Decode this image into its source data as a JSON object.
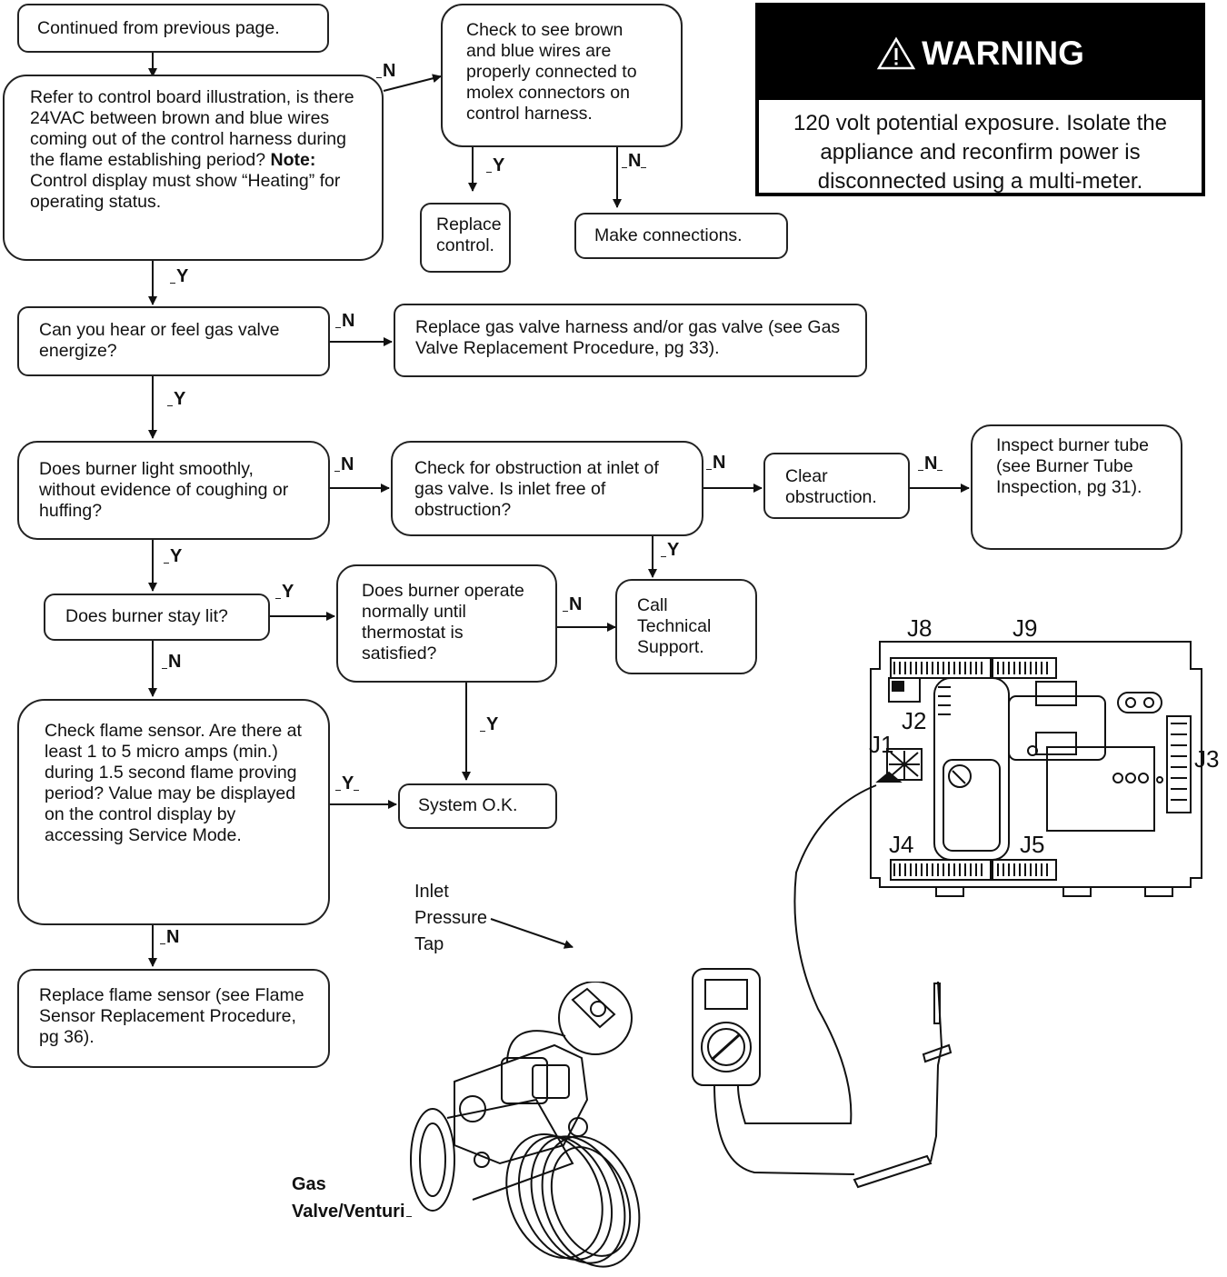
{
  "flow": {
    "continued": "Continued from previous page.",
    "q_24vac": {
      "before": "Refer to control board illustration, is there 24VAC between brown and blue wires coming out of the control harness during the flame establishing period? ",
      "note_label": "Note:",
      "after": " Control display must show “Heating” for operating status."
    },
    "check_wires": "Check to see brown and blue wires are properly connected to molex connectors on control harness.",
    "replace_control": "Replace control.",
    "make_connections": "Make connections.",
    "q_gas_valve": "Can you hear or feel gas valve energize?",
    "replace_gas_valve": "Replace gas valve harness and/or gas valve (see Gas Valve Replacement Procedure, pg 33).",
    "q_burner_light": "Does burner light smoothly, without evidence of coughing or huffing?",
    "check_obstruction": "Check for obstruction at inlet of gas valve. Is inlet free of obstruction?",
    "clear_obstruction": "Clear obstruction.",
    "inspect_burner": "Inspect burner tube (see Burner Tube Inspection, pg 31).",
    "q_stay_lit": "Does burner stay lit?",
    "q_operate_normally": "Does burner operate normally until thermostat is satisfied?",
    "call_support": "Call Technical Support.",
    "q_flame_sensor": "Check flame sensor. Are there at least 1 to 5 micro amps (min.) during 1.5 second flame proving period? Value may be displayed on the control display by accessing Service Mode.",
    "system_ok": "System O.K.",
    "replace_sensor": "Replace flame sensor (see Flame Sensor Replacement Procedure, pg 36)."
  },
  "answers": {
    "yes": "Y",
    "no": "N"
  },
  "warning": {
    "title": "WARNING",
    "text": "120 volt potential exposure. Isolate the appliance and reconfirm power is disconnected using a multi-meter."
  },
  "illustrations": {
    "board_labels": [
      "J8",
      "J9",
      "J2",
      "J1",
      "J3",
      "J4",
      "J5"
    ],
    "inlet_tap": [
      "Inlet",
      "Pressure",
      "Tap"
    ],
    "gas_valve": [
      "Gas",
      "Valve/Venturi"
    ]
  }
}
